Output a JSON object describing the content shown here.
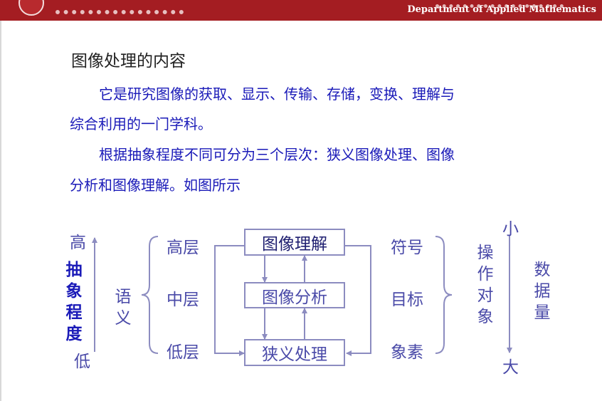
{
  "header": {
    "department": "Department of Applied Mathematics"
  },
  "slide": {
    "title": "图像处理的内容",
    "paragraph1": [
      "它是研究图像的获取、显示、传输、存储，变换、理解与",
      "综合利用的一门学科。"
    ],
    "paragraph2": [
      "根据抽象程度不同可分为三个层次：狭义图像处理、图像",
      "分析和图像理解。如图所示"
    ]
  },
  "diagram": {
    "abstraction": {
      "high": "高",
      "label": "抽象程度",
      "low": "低"
    },
    "semantics": "语义",
    "levels": [
      "高层",
      "中层",
      "低层"
    ],
    "boxes": [
      "图像理解",
      "图像分析",
      "狭义处理"
    ],
    "operands": [
      "符号",
      "目标",
      "象素"
    ],
    "operation_object": "操作对象",
    "quantity": {
      "small": "小",
      "large": "大",
      "label": "数据量"
    }
  },
  "colors": {
    "banner": "#a41d22",
    "body_text": "#1a1ab8",
    "diagram_text": "#4a4aa8",
    "diagram_lines": "#8c8cc0"
  }
}
